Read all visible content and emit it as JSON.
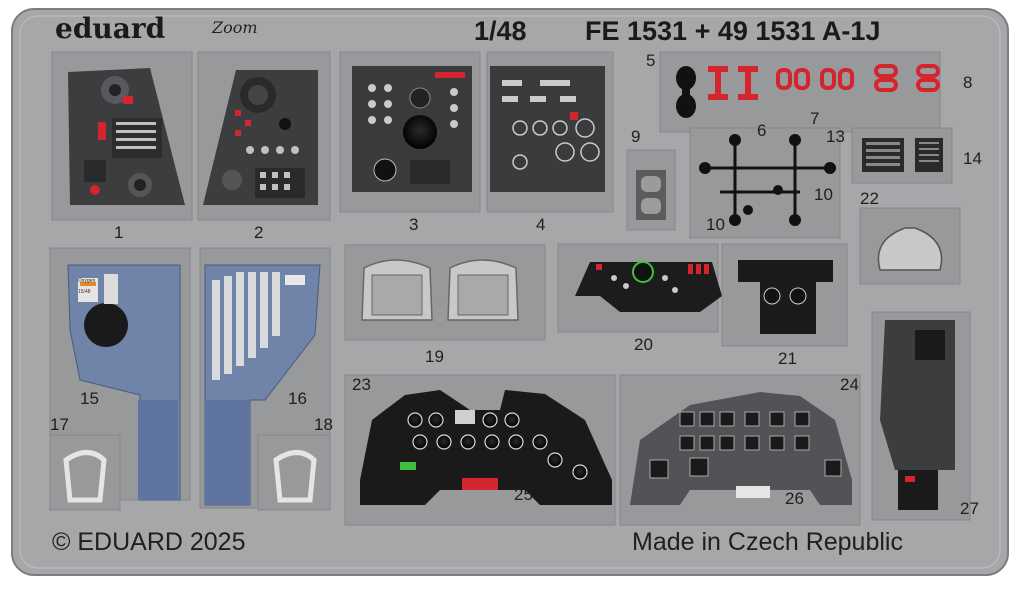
{
  "brand": "eduard",
  "series": "Zoom",
  "scale": "1/48",
  "product_code": "FE 1531 + 49 1531 A-1J",
  "copyright": "© EDUARD 2025",
  "origin": "Made in Czech Republic",
  "part_numbers": [
    "1",
    "2",
    "3",
    "4",
    "5",
    "6",
    "7",
    "8",
    "9",
    "10",
    "10",
    "13",
    "14",
    "15",
    "16",
    "17",
    "18",
    "19",
    "20",
    "21",
    "22",
    "23",
    "24",
    "25",
    "26",
    "27"
  ],
  "placard_text": [
    "Oxygen",
    "15/48"
  ],
  "colors": {
    "fret": "#a6a7a9",
    "fret_edge": "#8d8e90",
    "panel_dark": "#3c3d3f",
    "panel_black": "#1a1a1a",
    "panel_blue": "#6f84a8",
    "accent_red": "#d4252f",
    "accent_green": "#3fbf3a"
  }
}
